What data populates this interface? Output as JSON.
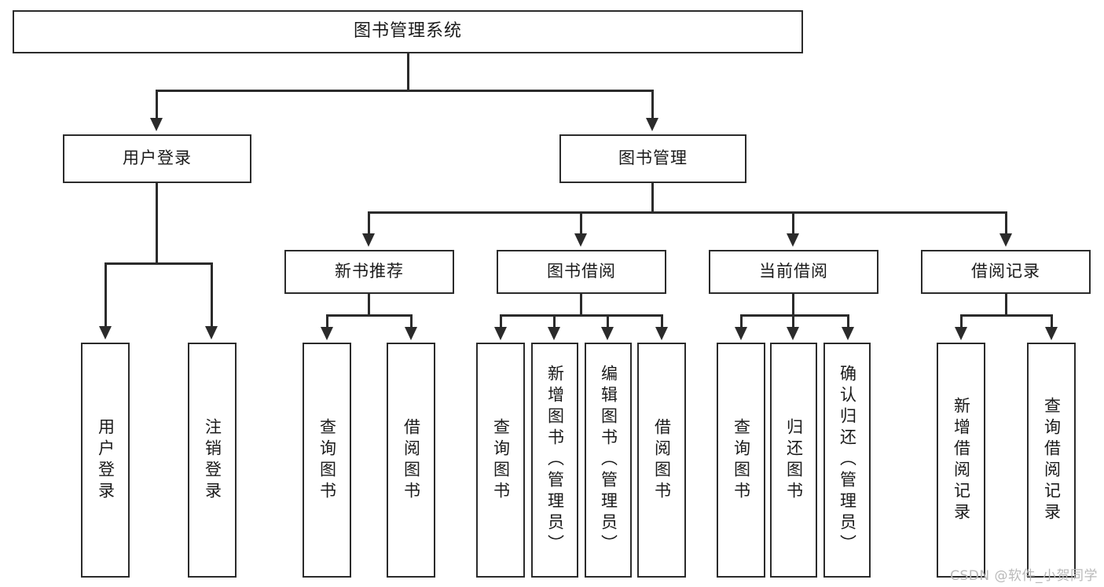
{
  "diagram": {
    "title": "图书管理系统",
    "type": "functional-structure-tree",
    "watermark": "CSDN @软件_小贺同学",
    "colors": {
      "box_border": "#2b2b2b",
      "box_fill": "#ffffff",
      "connector": "#2b2b2b",
      "text": "#1a1a1a",
      "watermark": "#b9b9b9"
    },
    "nodes": {
      "root": {
        "label": "图书管理系统"
      },
      "level2": [
        {
          "label": "用户登录"
        },
        {
          "label": "图书管理"
        }
      ],
      "level3": [
        {
          "label": "新书推荐"
        },
        {
          "label": "图书借阅"
        },
        {
          "label": "当前借阅"
        },
        {
          "label": "借阅记录"
        }
      ],
      "leaves": {
        "user_login": [
          {
            "label": "用户登录"
          },
          {
            "label": "注销登录"
          }
        ],
        "new_book_recommend": [
          {
            "label": "查询图书"
          },
          {
            "label": "借阅图书"
          }
        ],
        "book_borrow": [
          {
            "label": "查询图书"
          },
          {
            "label": "新增图书（管理员）"
          },
          {
            "label": "编辑图书（管理员）"
          },
          {
            "label": "借阅图书"
          }
        ],
        "current_borrow": [
          {
            "label": "查询图书"
          },
          {
            "label": "归还图书"
          },
          {
            "label": "确认归还（管理员）"
          }
        ],
        "borrow_record": [
          {
            "label": "新增借阅记录"
          },
          {
            "label": "查询借阅记录"
          }
        ]
      }
    }
  }
}
